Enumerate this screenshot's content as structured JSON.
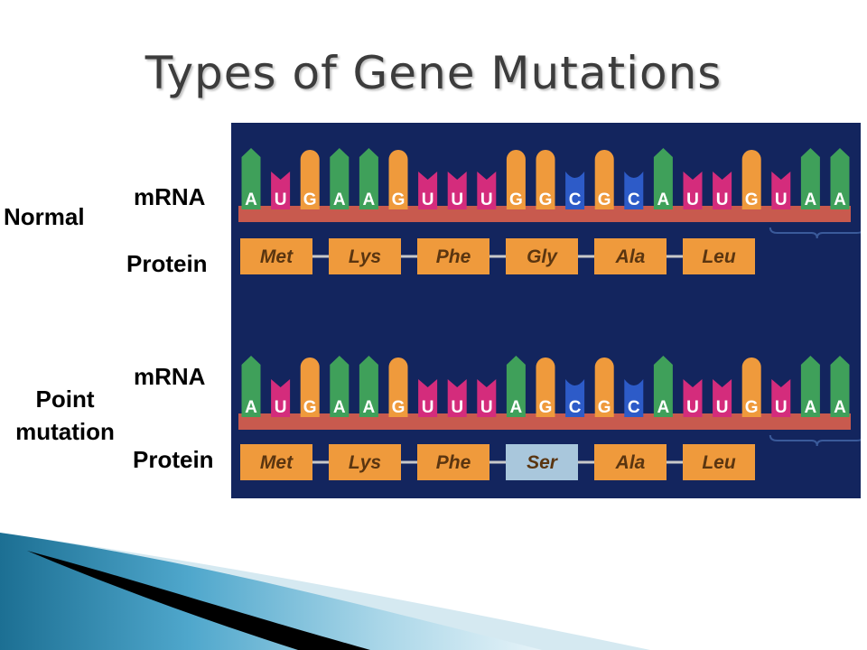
{
  "title": "Types of Gene Mutations",
  "labels": {
    "normal": "Normal",
    "point_line1": "Point",
    "point_line2": "mutation",
    "mrna_top": "mRNA",
    "protein_top": "Protein",
    "mrna_bottom": "mRNA",
    "protein_bottom": "Protein"
  },
  "colors": {
    "panel_bg": "#13255e",
    "backbone": "#c85a4e",
    "A": "#3fa05a",
    "U": "#d42c7c",
    "G": "#ef9a3c",
    "C": "#2d5bc8",
    "amino_acid": "#ef9a3c",
    "mutated_amino_acid": "#a9c7dc"
  },
  "normal": {
    "mrna": [
      "A",
      "U",
      "G",
      "A",
      "A",
      "G",
      "U",
      "U",
      "U",
      "G",
      "G",
      "C",
      "G",
      "C",
      "A",
      "U",
      "U",
      "G",
      "U",
      "A",
      "A"
    ],
    "protein": [
      "Met",
      "Lys",
      "Phe",
      "Gly",
      "Ala",
      "Leu"
    ]
  },
  "point_mutation": {
    "mrna": [
      "A",
      "U",
      "G",
      "A",
      "A",
      "G",
      "U",
      "U",
      "U",
      "A",
      "G",
      "C",
      "G",
      "C",
      "A",
      "U",
      "U",
      "G",
      "U",
      "A",
      "A"
    ],
    "protein": [
      "Met",
      "Lys",
      "Phe",
      "Ser",
      "Ala",
      "Leu"
    ],
    "mutated_index": 3
  }
}
